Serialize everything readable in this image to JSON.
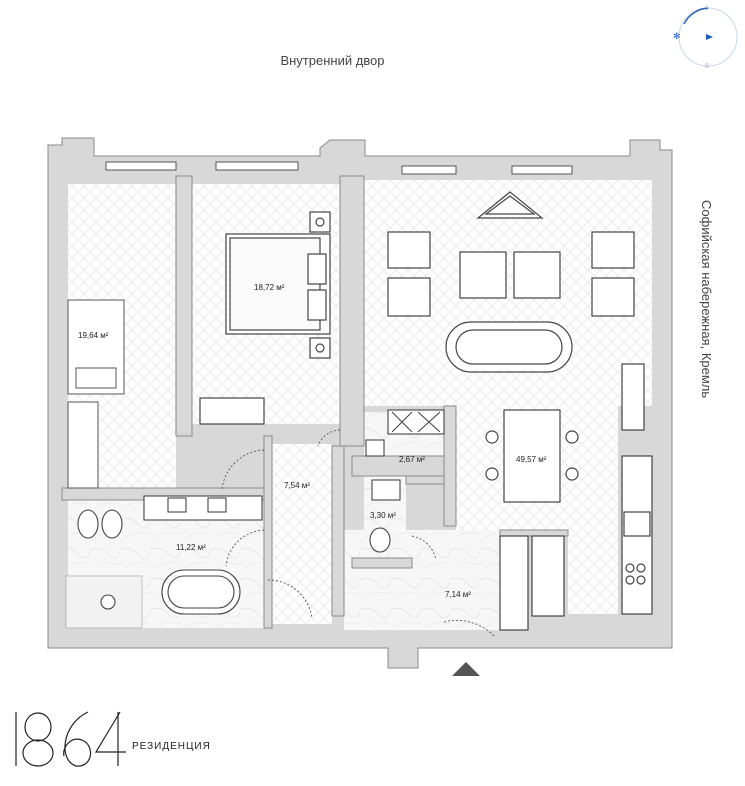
{
  "labels": {
    "courtyard": "Внутренний двор",
    "embankment": "Софийская набережная, Кремль"
  },
  "compass": {
    "north": "З",
    "south": "В"
  },
  "rooms": [
    {
      "id": "bedroom-left",
      "area": "19,64 м²"
    },
    {
      "id": "bedroom-master",
      "area": "18,72 м²"
    },
    {
      "id": "living-room",
      "area": "49,57 м²"
    },
    {
      "id": "wardrobe",
      "area": "2,67 м²"
    },
    {
      "id": "corridor",
      "area": "7,54 м²"
    },
    {
      "id": "toilet",
      "area": "3,30 м²"
    },
    {
      "id": "bathroom",
      "area": "11,22 м²"
    },
    {
      "id": "entrance-hall",
      "area": "7,14 м²"
    }
  ],
  "logo": {
    "numbers": "1864",
    "word": "РЕЗИДЕНЦИЯ"
  },
  "colors": {
    "wall": "#d9d9d9",
    "wall_edge": "#8a8a8a",
    "accent": "#1e5bb8",
    "floor_pattern": "#ebebeb"
  }
}
